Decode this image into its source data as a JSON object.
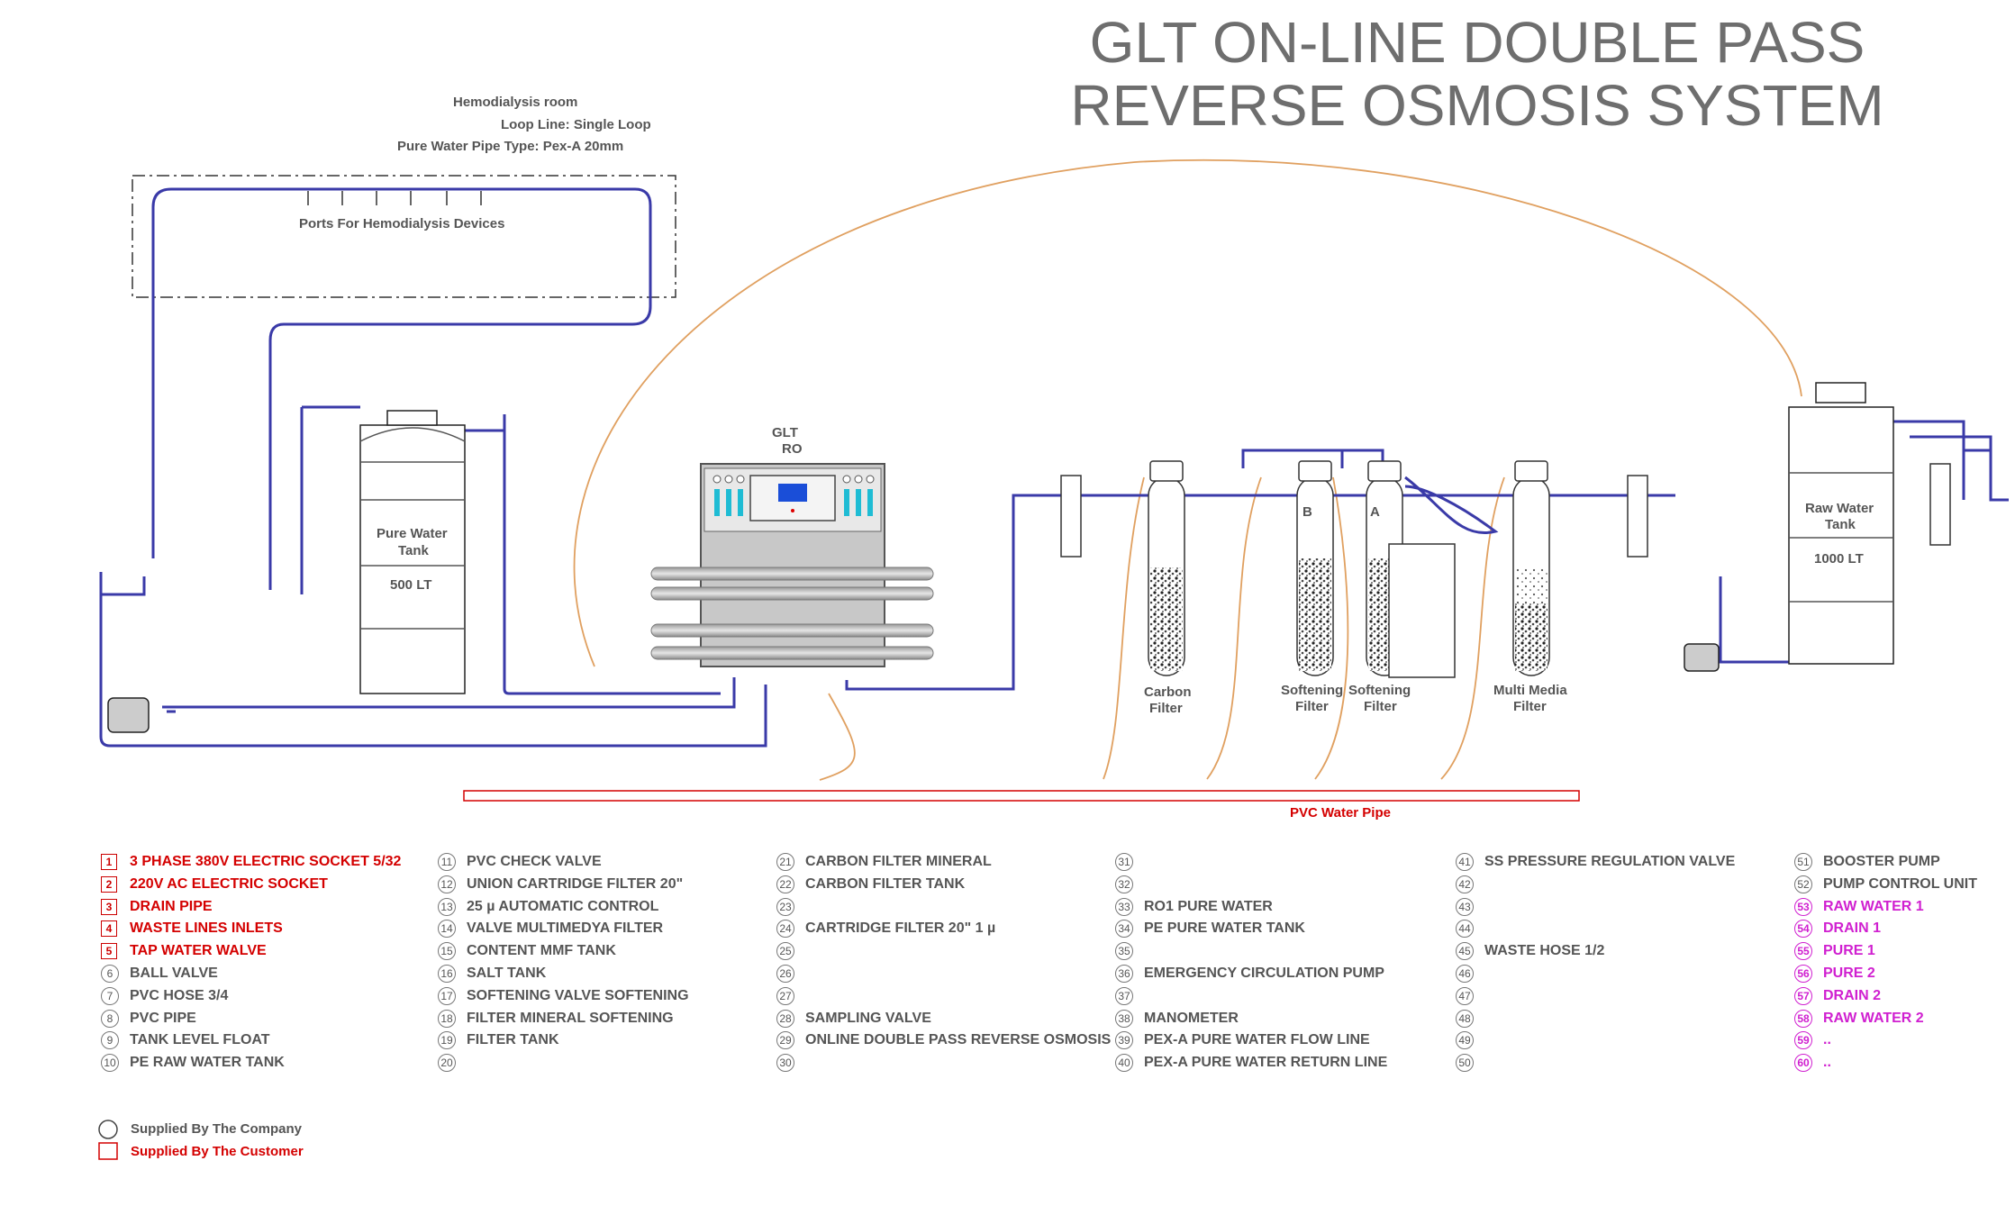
{
  "title": {
    "line1": "GLT ON-LINE DOUBLE PASS",
    "line2": "REVERSE OSMOSIS SYSTEM"
  },
  "room": {
    "name": "Hemodialysis room",
    "loop": "Loop Line:   Single Loop",
    "pipe_type": "Pure Water Pipe Type:   Pex-A 20mm",
    "ports": "Ports For Hemodialysis Devices"
  },
  "units": {
    "glt_ro": "GLT",
    "glt_ro_sub": "RO",
    "pure_tank": "Pure Water",
    "pure_tank2": "Tank",
    "pure_tank_cap": "500 LT",
    "raw_tank": "Raw Water",
    "raw_tank2": "Tank",
    "raw_tank_cap": "1000 LT",
    "carbon": "Carbon",
    "carbon2": "Filter",
    "softening_b": "Softening",
    "softening_b2": "Filter",
    "softening_a": "Softening",
    "softening_a2": "Filter",
    "multimedia": "Multi Media",
    "multimedia2": "Filter",
    "pvc_pipe": "PVC Water Pipe",
    "letter_b": "B",
    "letter_a": "A"
  },
  "legend": {
    "col1": [
      {
        "n": "1",
        "t": "3 PHASE 380V ELECTRIC SOCKET 5/32",
        "k": "s"
      },
      {
        "n": "2",
        "t": "220V AC ELECTRIC SOCKET",
        "k": "s"
      },
      {
        "n": "3",
        "t": "DRAIN PIPE",
        "k": "s"
      },
      {
        "n": "4",
        "t": "WASTE LINES INLETS",
        "k": "s"
      },
      {
        "n": "5",
        "t": "TAP WATER WALVE",
        "k": "s"
      },
      {
        "n": "6",
        "t": "BALL VALVE",
        "k": "c"
      },
      {
        "n": "7",
        "t": "PVC HOSE 3/4",
        "k": "c"
      },
      {
        "n": "8",
        "t": "PVC PIPE",
        "k": "c"
      },
      {
        "n": "9",
        "t": "TANK LEVEL FLOAT",
        "k": "c"
      },
      {
        "n": "10",
        "t": "PE RAW WATER TANK",
        "k": "c"
      }
    ],
    "col2": [
      {
        "n": "11",
        "t": "PVC CHECK VALVE"
      },
      {
        "n": "12",
        "t": "UNION CARTRIDGE FILTER 20\""
      },
      {
        "n": "13",
        "t": "25 µ AUTOMATIC CONTROL"
      },
      {
        "n": "14",
        "t": "VALVE MULTIMEDYA FILTER"
      },
      {
        "n": "15",
        "t": "CONTENT MMF TANK"
      },
      {
        "n": "16",
        "t": "SALT TANK"
      },
      {
        "n": "17",
        "t": "SOFTENING VALVE SOFTENING"
      },
      {
        "n": "18",
        "t": "FILTER MINERAL SOFTENING"
      },
      {
        "n": "19",
        "t": "FILTER TANK"
      },
      {
        "n": "20",
        "t": ""
      }
    ],
    "col3": [
      {
        "n": "21",
        "t": "CARBON FILTER MINERAL"
      },
      {
        "n": "22",
        "t": "CARBON FILTER TANK"
      },
      {
        "n": "23",
        "t": ""
      },
      {
        "n": "24",
        "t": "CARTRIDGE FILTER 20\" 1 µ"
      },
      {
        "n": "25",
        "t": ""
      },
      {
        "n": "26",
        "t": ""
      },
      {
        "n": "27",
        "t": ""
      },
      {
        "n": "28",
        "t": "SAMPLING VALVE"
      },
      {
        "n": "29",
        "t": "ONLINE DOUBLE PASS REVERSE OSMOSIS"
      },
      {
        "n": "30",
        "t": ""
      }
    ],
    "col4": [
      {
        "n": "31",
        "t": ""
      },
      {
        "n": "32",
        "t": ""
      },
      {
        "n": "33",
        "t": "RO1 PURE WATER"
      },
      {
        "n": "34",
        "t": "PE PURE WATER TANK"
      },
      {
        "n": "35",
        "t": ""
      },
      {
        "n": "36",
        "t": "EMERGENCY CIRCULATION PUMP"
      },
      {
        "n": "37",
        "t": ""
      },
      {
        "n": "38",
        "t": "MANOMETER"
      },
      {
        "n": "39",
        "t": "PEX-A PURE WATER FLOW LINE"
      },
      {
        "n": "40",
        "t": "PEX-A PURE WATER RETURN LINE"
      }
    ],
    "col5": [
      {
        "n": "41",
        "t": "SS PRESSURE REGULATION VALVE"
      },
      {
        "n": "42",
        "t": ""
      },
      {
        "n": "43",
        "t": ""
      },
      {
        "n": "44",
        "t": ""
      },
      {
        "n": "45",
        "t": "WASTE HOSE 1/2"
      },
      {
        "n": "46",
        "t": ""
      },
      {
        "n": "47",
        "t": ""
      },
      {
        "n": "48",
        "t": ""
      },
      {
        "n": "49",
        "t": ""
      },
      {
        "n": "50",
        "t": ""
      }
    ],
    "col6": [
      {
        "n": "51",
        "t": "BOOSTER PUMP",
        "k": "c"
      },
      {
        "n": "52",
        "t": "PUMP CONTROL UNIT",
        "k": "c"
      },
      {
        "n": "53",
        "t": "RAW WATER 1",
        "k": "m"
      },
      {
        "n": "54",
        "t": "DRAIN 1",
        "k": "m"
      },
      {
        "n": "55",
        "t": "PURE 1",
        "k": "m"
      },
      {
        "n": "56",
        "t": "PURE 2",
        "k": "m"
      },
      {
        "n": "57",
        "t": "DRAIN 2",
        "k": "m"
      },
      {
        "n": "58",
        "t": "RAW WATER 2",
        "k": "m"
      },
      {
        "n": "59",
        "t": "..",
        "k": "m"
      },
      {
        "n": "60",
        "t": "..",
        "k": "m"
      }
    ]
  },
  "supplied": {
    "company": "Supplied By The Company",
    "customer": "Supplied By The Customer"
  },
  "colors": {
    "pipe": "#3a3aa8",
    "red": "#d40000",
    "magenta": "#d020d0",
    "grey": "#6e6e6e",
    "orange": "#e0a060"
  }
}
